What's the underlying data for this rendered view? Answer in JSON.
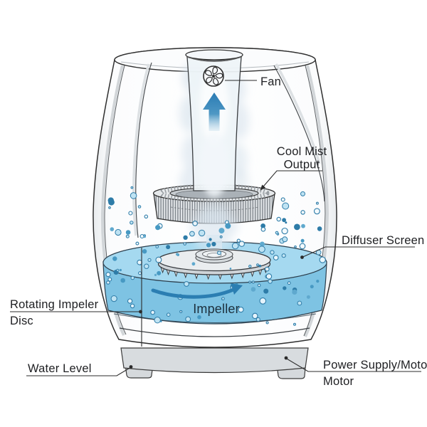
{
  "labels": {
    "fan": "Fan",
    "cool_mist_line1": "Cool Mist",
    "cool_mist_line2": "Output",
    "diffuser_screen": "Diffuser Screen",
    "impeller": "Impeller",
    "rotating_disc_line1": "Rotating Impeler",
    "rotating_disc_line2": "Disc",
    "water_level": "Water Level",
    "power_supply_line1": "Power Supply/Motor",
    "power_supply_line2": "Motor"
  },
  "icons": {
    "fan_icon": "fan-swirl-blades",
    "up_arrow_icon": "upward-airflow-arrow",
    "rotation_arrow_icon": "rotation-direction-arrow"
  },
  "colors": {
    "water_body": "#7EC3E3",
    "water_surface": "#A5D9F0",
    "arrow_blue": "#2B7EB2",
    "bubble_stroke": "#2E7CA8",
    "bubble_solid": [
      "#4799C3",
      "#2E7CA8",
      "#5FA9CE"
    ],
    "bubble_light": "#BFE3F3",
    "bubble_hollow": "#F2FAFE",
    "tooth_fill": "#E2E5E8",
    "tooth_stroke": "#33363A",
    "line": "#2B2B2B",
    "metal_light": "#E6E9EB",
    "metal_mid": "#D8DCDF",
    "text": "#202124"
  }
}
